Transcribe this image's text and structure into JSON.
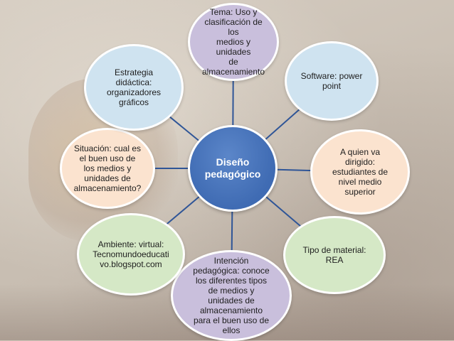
{
  "diagram": {
    "type": "radial-concept-map",
    "connector_color": "#2f5597",
    "center": {
      "label": "Diseño\npedagógico",
      "fill": "#3f6bb3",
      "border": "#ffffff"
    },
    "nodes": [
      {
        "id": "tema",
        "label": "Tema: Uso y\nclasificación de los\nmedios y unidades\nde almacenamiento",
        "fill": "#c9bfdc",
        "border": "#ffffff"
      },
      {
        "id": "software",
        "label": "Software: power\npoint",
        "fill": "#cfe3f0",
        "border": "#ffffff"
      },
      {
        "id": "quien",
        "label": "A quien va\ndirigido:\nestudiantes de\nnivel medio\nsuperior",
        "fill": "#fbe3cf",
        "border": "#ffffff"
      },
      {
        "id": "material",
        "label": "Tipo de material:\nREA",
        "fill": "#d5e8c6",
        "border": "#ffffff"
      },
      {
        "id": "intencion",
        "label": "Intención\npedagógica: conoce\nlos diferentes tipos\nde medios y\nunidades de\nalmacenamiento\npara el buen uso de\nellos",
        "fill": "#c9bfdc",
        "border": "#ffffff"
      },
      {
        "id": "ambiente",
        "label": "Ambiente: virtual:\nTecnomundoeducati\nvo.blogspot.com",
        "fill": "#d5e8c6",
        "border": "#ffffff"
      },
      {
        "id": "situacion",
        "label": "Situación: cual es\nel buen uso de\nlos medios y\nunidades de\nalmacenamiento?",
        "fill": "#fbe3cf",
        "border": "#ffffff"
      },
      {
        "id": "estrategia",
        "label": "Estrategia\ndidáctica:\norganizadores\ngráficos",
        "fill": "#cfe3f0",
        "border": "#ffffff"
      }
    ]
  }
}
